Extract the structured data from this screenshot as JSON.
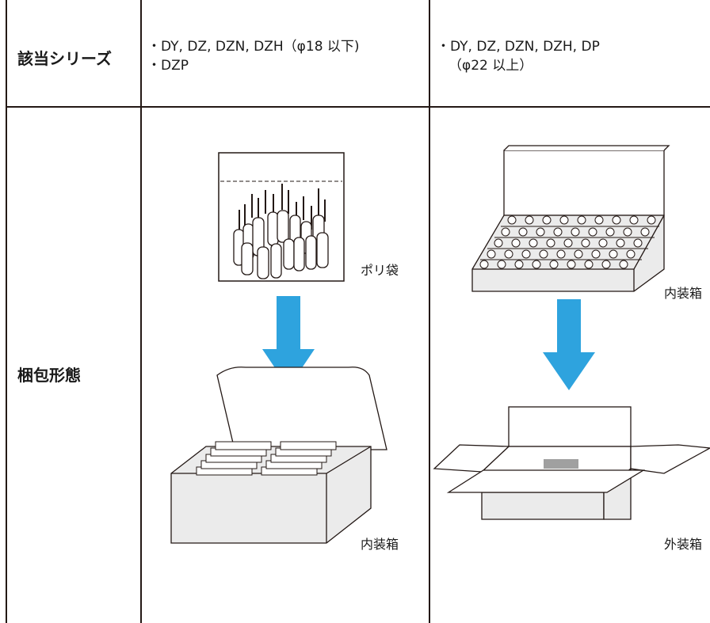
{
  "table": {
    "row_series": {
      "header": "該当シリーズ",
      "left_line1": "・DY, DZ, DZN, DZH（φ18 以下)",
      "left_line2": "・DZP",
      "right_line1": "・DY, DZ, DZN, DZH, DP",
      "right_line2": "（φ22 以上）"
    },
    "row_packaging": {
      "header": "梱包形態",
      "left_labels": {
        "bag": "ポリ袋",
        "inner_box": "内装箱"
      },
      "right_labels": {
        "inner_box": "内装箱",
        "outer_box": "外装箱"
      }
    }
  },
  "colors": {
    "arrow": "#2ea3de",
    "line": "#231815",
    "box_fill": "#ebebeb",
    "label_mark": "#a0a0a0"
  }
}
